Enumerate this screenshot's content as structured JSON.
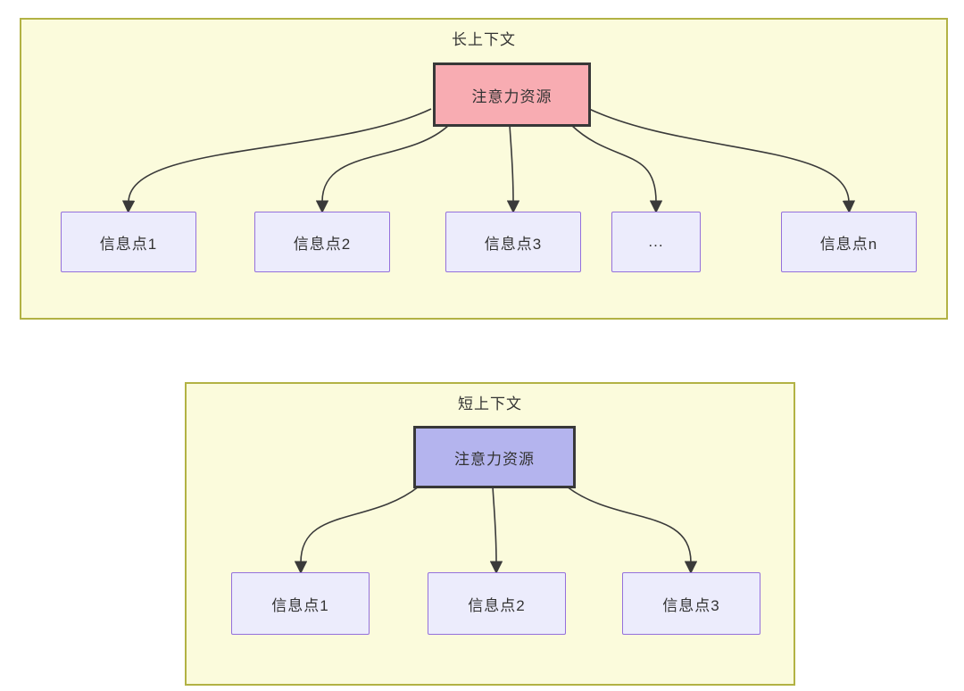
{
  "diagram": {
    "panels": [
      {
        "id": "long-context",
        "title": "长上下文",
        "attention_label": "注意力资源",
        "attention_fill": "#f8acb2",
        "nodes": [
          "信息点1",
          "信息点2",
          "信息点3",
          "...",
          "信息点n"
        ]
      },
      {
        "id": "short-context",
        "title": "短上下文",
        "attention_label": "注意力资源",
        "attention_fill": "#b4b4ee",
        "nodes": [
          "信息点1",
          "信息点2",
          "信息点3"
        ]
      }
    ],
    "colors": {
      "panel_background": "#fbfbdc",
      "panel_border": "#b2b244",
      "info_node_background": "#ececfc",
      "info_node_border": "#9470dc",
      "attention_border": "#383838",
      "edge_stroke": "#3a3a3a",
      "text": "#333333"
    }
  }
}
